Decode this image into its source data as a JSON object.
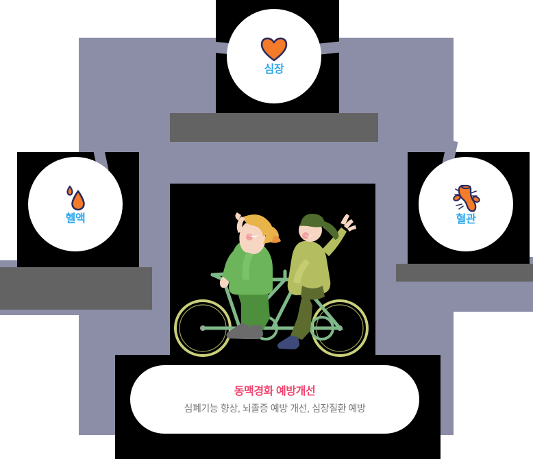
{
  "background": {
    "panel_color": "#8b8ea6",
    "block_color": "#000000",
    "redaction_color": "#636363"
  },
  "nodes": [
    {
      "id": "heart",
      "label": "심장",
      "icon": "heart-icon",
      "icon_color": "#f47b2a",
      "icon_outline": "#2a2a5e",
      "label_color": "#2ba8ee"
    },
    {
      "id": "blood",
      "label": "헬액",
      "icon": "blood-drop-icon",
      "icon_color": "#f47b2a",
      "icon_outline": "#2a2a5e",
      "label_color": "#2ba8ee"
    },
    {
      "id": "vessel",
      "label": "혈관",
      "icon": "blood-vessel-icon",
      "icon_color": "#f47b2a",
      "icon_outline": "#2a2a5e",
      "label_color": "#2ba8ee"
    }
  ],
  "illustration": {
    "name": "tandem-bicycle-couple-illustration",
    "background": "#000000",
    "frame_color": "#7fb98a",
    "wheel_color": "#c9cf7a",
    "rider_front_shirt": "#6db55a",
    "rider_front_shorts": "#4d8f3c",
    "rider_front_cap": "#e8b44a",
    "rider_back_shirt": "#b4bd60",
    "rider_back_shorts": "#5d6b2f",
    "skin": "#f6d6c2"
  },
  "info_card": {
    "title": "동맥경화 예방개선",
    "title_color": "#f0436e",
    "subtitle": "심폐기능 향상, 뇌졸증 예방 개선, 심장질환 예방",
    "subtitle_color": "#777777"
  },
  "redactions": [
    {
      "id": "top",
      "label": ""
    },
    {
      "id": "left",
      "label": ""
    },
    {
      "id": "right",
      "label": ""
    }
  ]
}
